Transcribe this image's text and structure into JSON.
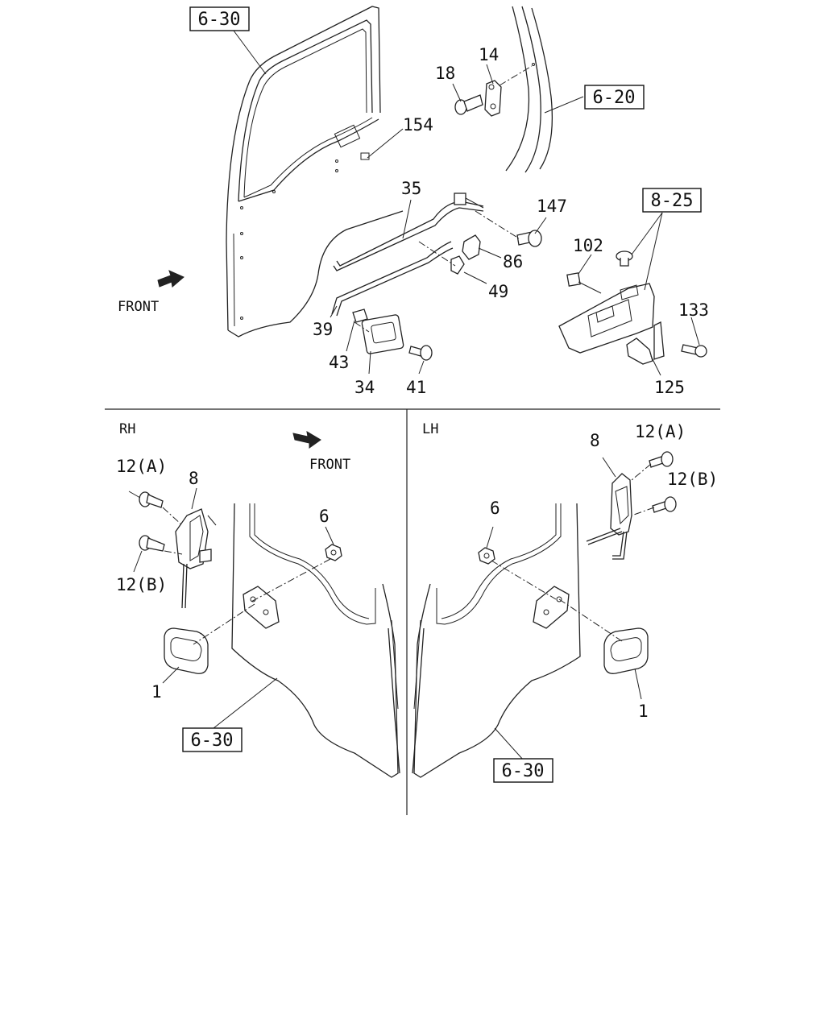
{
  "section_labels": {
    "rh": "RH",
    "lh": "LH"
  },
  "front_labels": {
    "top": "FRONT",
    "rh": "FRONT"
  },
  "ref_boxes": {
    "top_door": "6-30",
    "pillar": "6-20",
    "switch": "8-25",
    "rh_door": "6-30",
    "lh_door": "6-30"
  },
  "callouts": {
    "top": {
      "p18": "18",
      "p14": "14",
      "p154": "154",
      "p35": "35",
      "p147": "147",
      "p102": "102",
      "p86": "86",
      "p49": "49",
      "p133": "133",
      "p39": "39",
      "p43": "43",
      "p34": "34",
      "p41": "41",
      "p125": "125"
    },
    "rh": {
      "p12a": "12(A)",
      "p8": "8",
      "p6": "6",
      "p12b": "12(B)",
      "p1": "1"
    },
    "lh": {
      "p8": "8",
      "p12a": "12(A)",
      "p6": "6",
      "p12b": "12(B)",
      "p1": "1"
    }
  }
}
